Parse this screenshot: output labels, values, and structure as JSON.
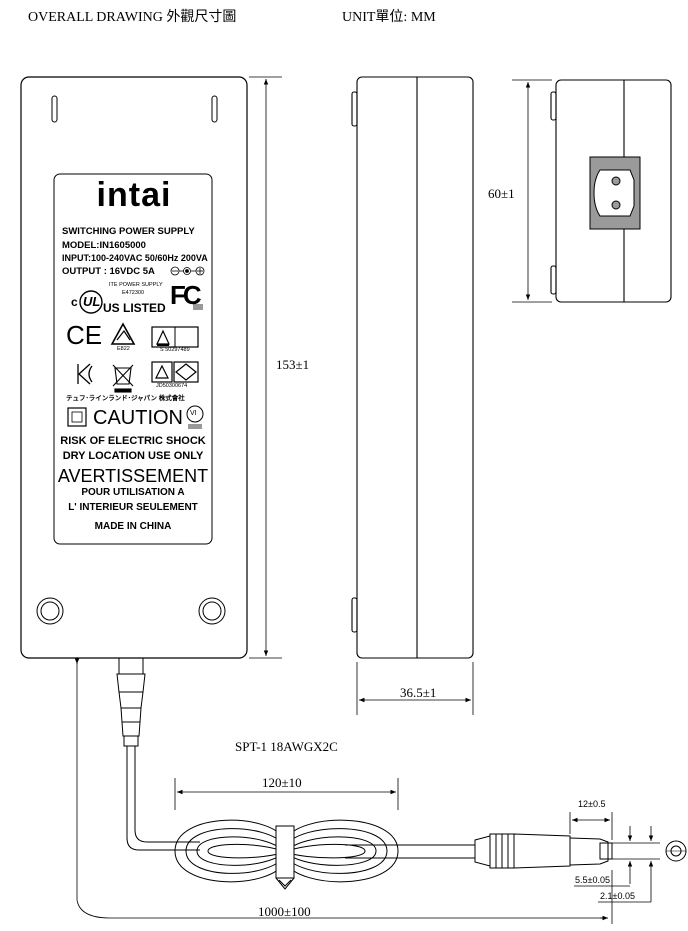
{
  "header": {
    "title": "OVERALL DRAWING 外觀尺寸圖",
    "unit": "UNIT單位: MM"
  },
  "label": {
    "brand": "intai",
    "line1": "SWITCHING POWER SUPPLY",
    "line2": "MODEL:IN1605000",
    "line3": "INPUT:100-240VAC 50/60Hz 200VA",
    "line4": "OUTPUT : 16VDC 5A",
    "ite": "ITE POWER SUPPLY",
    "ite_code": "E472300",
    "ul_listed": "US LISTED",
    "ul_c": "c",
    "ul_mark": "UL",
    "fc": "FC",
    "ce": "CE",
    "e_code": "E822",
    "s_code": "S 50297489",
    "kc": "K",
    "jd_code": "JD50300674",
    "japan": "テュフ･ラインランド･ジャパン 株式會社",
    "caution": "CAUTION",
    "vi": "VI",
    "risk": "RISK OF ELECTRIC SHOCK",
    "dry": "DRY LOCATION USE ONLY",
    "avert": "AVERTISSEMENT",
    "pour": "POUR UTILISATION A",
    "interieur": "L' INTERIEUR SEULEMENT",
    "made": "MADE IN CHINA"
  },
  "dimensions": {
    "length": "153±1",
    "thickness": "36.5±1",
    "width": "60±1",
    "cable_type": "SPT-1 18AWGX2C",
    "coil": "120±10",
    "cable_length": "1000±100",
    "plug_length": "12±0.5",
    "plug_od": "5.5±0.05",
    "plug_id": "2.1±0.05"
  }
}
